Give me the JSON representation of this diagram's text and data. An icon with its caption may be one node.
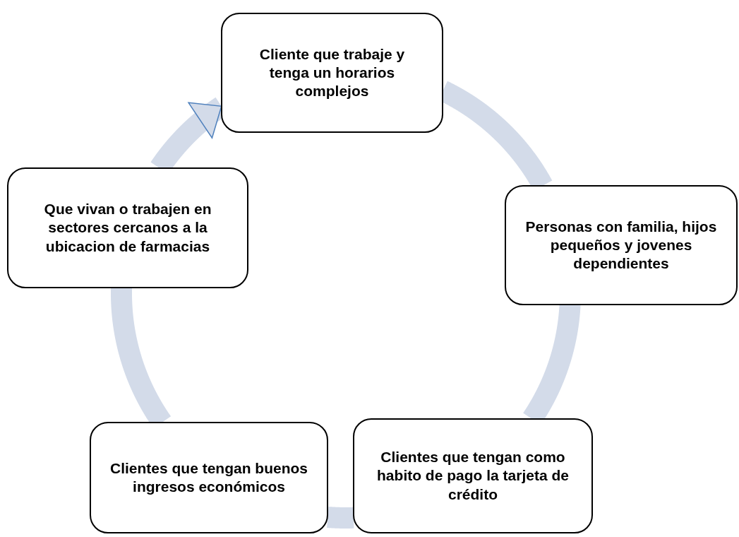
{
  "diagram": {
    "nodes": [
      {
        "text": [
          "Cliente que trabaje y tenga un horarios complejos"
        ]
      },
      {
        "text": [
          "Personas con familia, hijos pequeños y jovenes dependientes"
        ]
      },
      {
        "text": [
          "Clientes que tengan como habito de pago la tarjeta de crédito"
        ]
      },
      {
        "text": [
          "Clientes que tengan buenos ingresos económicos"
        ]
      },
      {
        "text": [
          "Que vivan o trabajen en sectores cercanos a la ubicacion de farmacias"
        ]
      }
    ],
    "edges": [
      {
        "from": 0,
        "to": 1,
        "arrow": "none"
      },
      {
        "from": 1,
        "to": 2,
        "arrow": "none"
      },
      {
        "from": 2,
        "to": 3,
        "arrow": "none"
      },
      {
        "from": 3,
        "to": 4,
        "arrow": "none"
      },
      {
        "from": 4,
        "to": 0,
        "arrow": "to"
      }
    ]
  }
}
